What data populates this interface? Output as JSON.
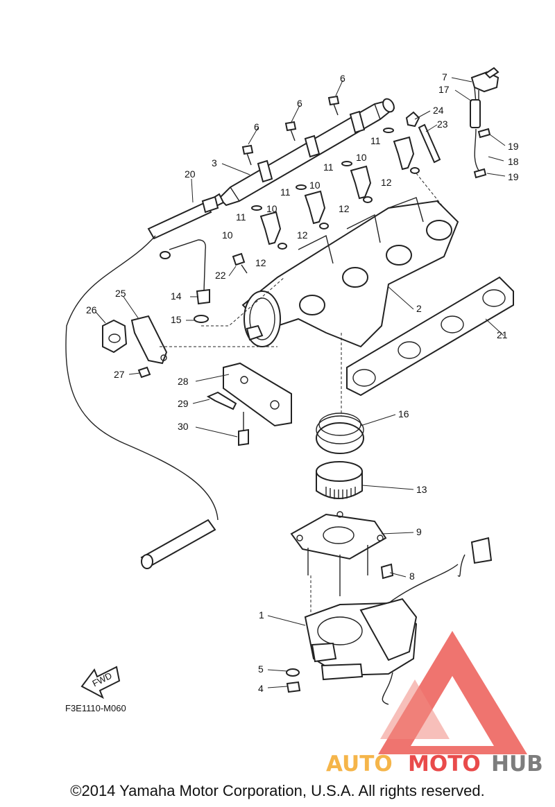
{
  "diagram": {
    "callouts": [
      {
        "id": "c1",
        "num": "1"
      },
      {
        "id": "c2",
        "num": "2"
      },
      {
        "id": "c3",
        "num": "3"
      },
      {
        "id": "c4",
        "num": "4"
      },
      {
        "id": "c5",
        "num": "5"
      },
      {
        "id": "c6a",
        "num": "6"
      },
      {
        "id": "c6b",
        "num": "6"
      },
      {
        "id": "c6c",
        "num": "6"
      },
      {
        "id": "c7",
        "num": "7"
      },
      {
        "id": "c8",
        "num": "8"
      },
      {
        "id": "c9",
        "num": "9"
      },
      {
        "id": "c10a",
        "num": "10"
      },
      {
        "id": "c10b",
        "num": "10"
      },
      {
        "id": "c10c",
        "num": "10"
      },
      {
        "id": "c10d",
        "num": "10"
      },
      {
        "id": "c11a",
        "num": "11"
      },
      {
        "id": "c11b",
        "num": "11"
      },
      {
        "id": "c11c",
        "num": "11"
      },
      {
        "id": "c11d",
        "num": "11"
      },
      {
        "id": "c12a",
        "num": "12"
      },
      {
        "id": "c12b",
        "num": "12"
      },
      {
        "id": "c12c",
        "num": "12"
      },
      {
        "id": "c12d",
        "num": "12"
      },
      {
        "id": "c13",
        "num": "13"
      },
      {
        "id": "c14",
        "num": "14"
      },
      {
        "id": "c15",
        "num": "15"
      },
      {
        "id": "c16",
        "num": "16"
      },
      {
        "id": "c17",
        "num": "17"
      },
      {
        "id": "c18",
        "num": "18"
      },
      {
        "id": "c19a",
        "num": "19"
      },
      {
        "id": "c19b",
        "num": "19"
      },
      {
        "id": "c20",
        "num": "20"
      },
      {
        "id": "c21",
        "num": "21"
      },
      {
        "id": "c22",
        "num": "22"
      },
      {
        "id": "c23",
        "num": "23"
      },
      {
        "id": "c24",
        "num": "24"
      },
      {
        "id": "c25",
        "num": "25"
      },
      {
        "id": "c26",
        "num": "26"
      },
      {
        "id": "c27",
        "num": "27"
      },
      {
        "id": "c28",
        "num": "28"
      },
      {
        "id": "c29",
        "num": "29"
      },
      {
        "id": "c30",
        "num": "30"
      }
    ],
    "fwd_label": "FWD",
    "drawing_code": "F3E1110-M060"
  },
  "watermark": {
    "part_auto": "AUTO",
    "part_moto": "MOTO",
    "part_hub": "HUB",
    "colors": {
      "auto": "#f5b54a",
      "moto": "#e94b4b",
      "hub": "#7d7d7d"
    }
  },
  "footer": {
    "copyright": "©2014 Yamaha Motor Corporation, U.S.A. All rights reserved."
  }
}
